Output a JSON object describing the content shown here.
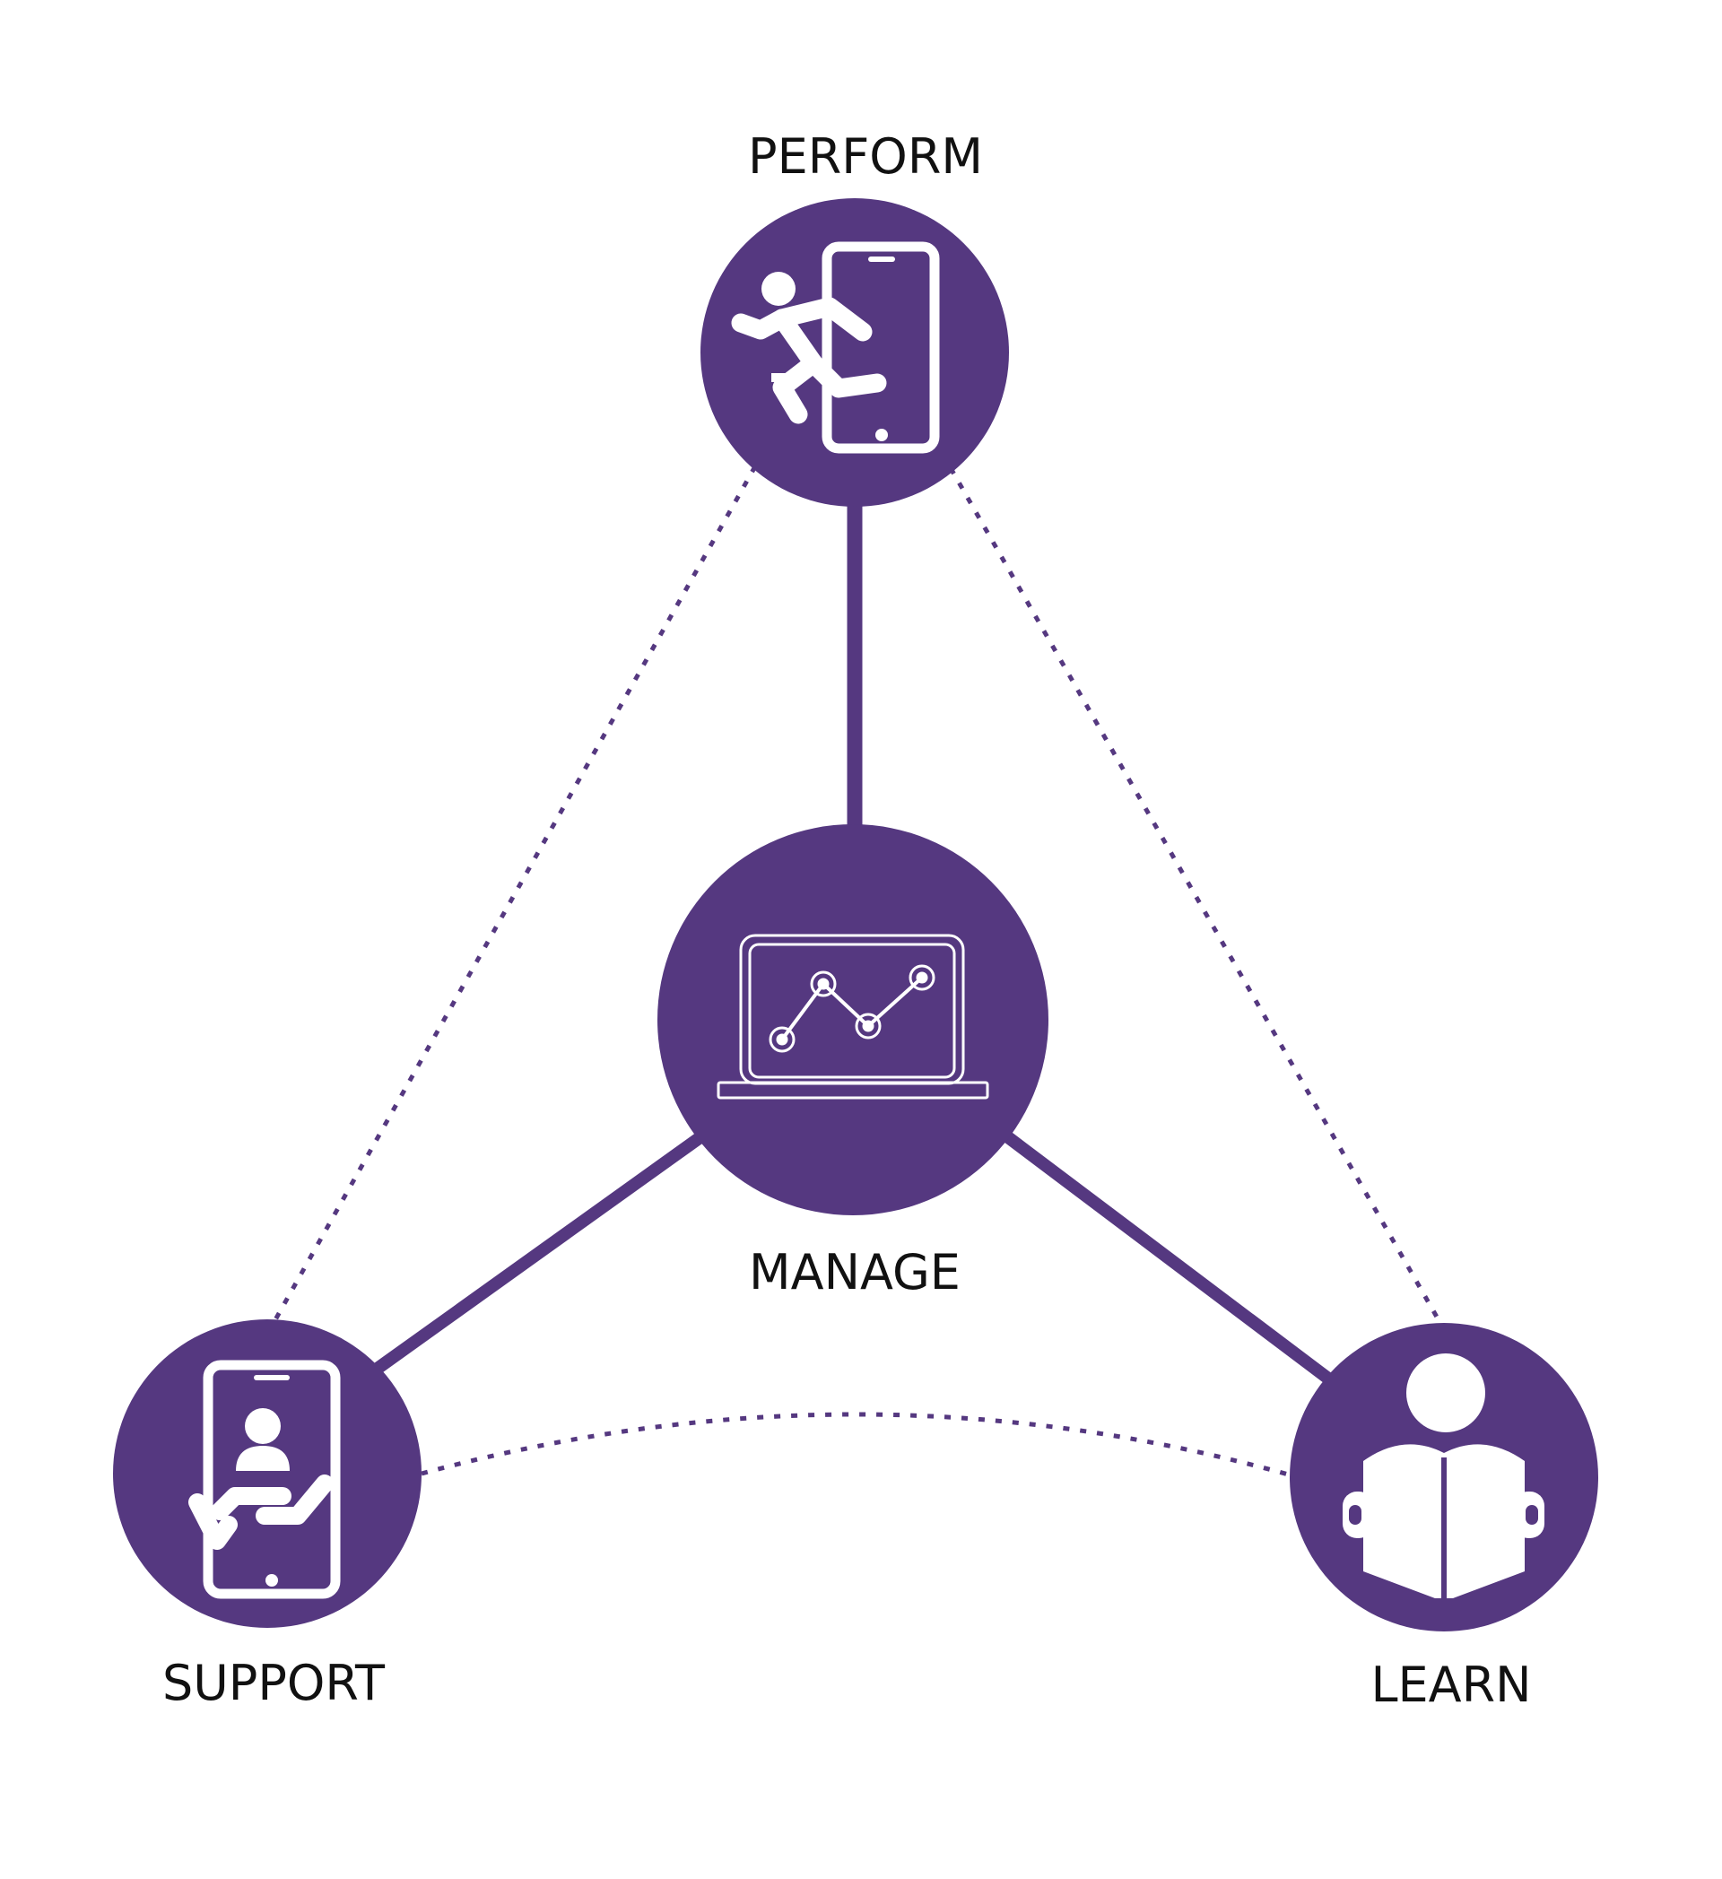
{
  "colors": {
    "accent": "#553880",
    "icon": "#ffffff",
    "background": "#ffffff",
    "text": "#111111"
  },
  "nodes": {
    "perform": {
      "label": "PERFORM",
      "icon": "running-person-phone-icon"
    },
    "manage": {
      "label": "MANAGE",
      "icon": "laptop-line-chart-icon"
    },
    "support": {
      "label": "SUPPORT",
      "icon": "phone-helping-hand-icon"
    },
    "learn": {
      "label": "LEARN",
      "icon": "person-reading-book-icon"
    }
  },
  "connections": [
    {
      "from": "perform",
      "to": "manage",
      "style": "solid"
    },
    {
      "from": "manage",
      "to": "support",
      "style": "solid"
    },
    {
      "from": "manage",
      "to": "learn",
      "style": "solid"
    },
    {
      "from": "perform",
      "to": "support",
      "style": "dotted"
    },
    {
      "from": "perform",
      "to": "learn",
      "style": "dotted"
    },
    {
      "from": "support",
      "to": "learn",
      "style": "dotted"
    }
  ]
}
